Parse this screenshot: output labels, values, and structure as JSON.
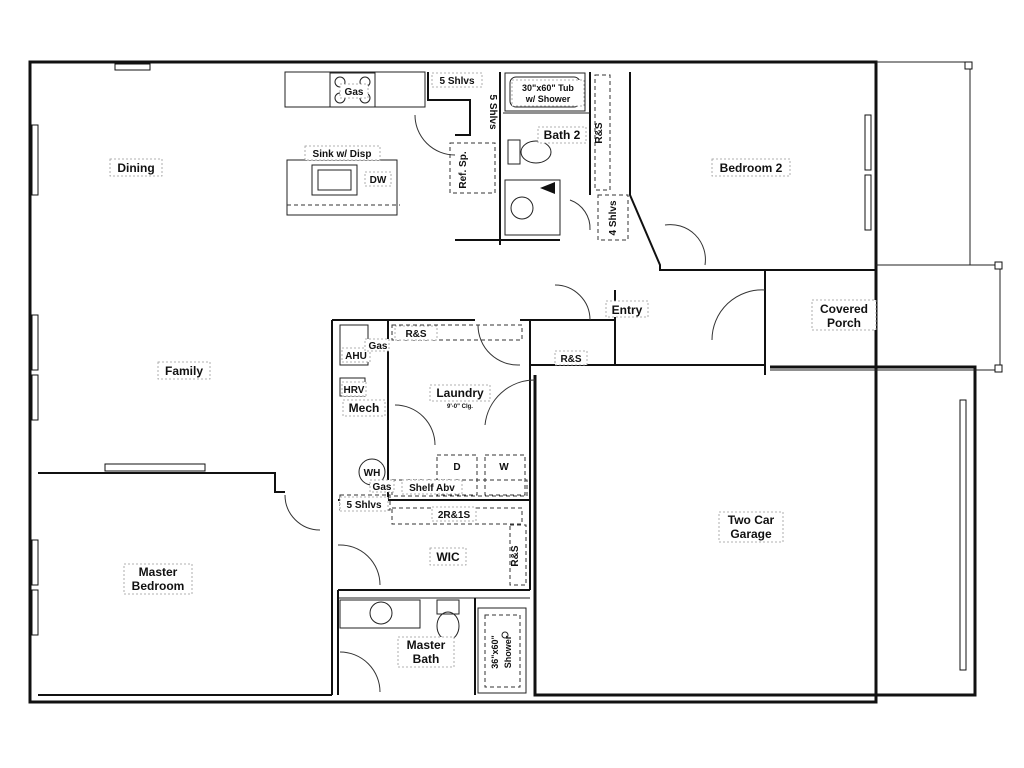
{
  "rooms": {
    "dining": "Dining",
    "family": "Family",
    "bedroom2": "Bedroom 2",
    "bath2": "Bath 2",
    "entry": "Entry",
    "covered_porch": [
      "Covered",
      "Porch"
    ],
    "laundry": "Laundry",
    "laundry_ceiling": "9'-0\" Clg.",
    "mech": "Mech",
    "master_bedroom": [
      "Master",
      "Bedroom"
    ],
    "wic": "WIC",
    "master_bath": [
      "Master",
      "Bath"
    ],
    "garage": [
      "Two Car",
      "Garage"
    ]
  },
  "fixtures": {
    "gas_range": "Gas",
    "kitchen_sink": "Sink w/ Disp",
    "dishwasher": "DW",
    "pantry_shelves": "5 Shlvs",
    "pantry_shelves_side": "5 Shlvs",
    "tub": [
      "30\"x60\" Tub",
      "w/ Shower"
    ],
    "ref_space": "Ref. Sp.",
    "bath2_rs": "R&S",
    "bed2_shelves": "4 Shlvs",
    "mech_rs": "R&S",
    "gas_mech": "Gas",
    "ahu": "AHU",
    "hrv": "HRV",
    "water_heater": "WH",
    "gas_wh": "Gas",
    "shelf_above": "Shelf Abv",
    "dryer": "D",
    "washer": "W",
    "entry_rs": "R&S",
    "wic_shelves": "5 Shlvs",
    "wic_rods": "2R&1S",
    "wic_rs": "R&S",
    "master_shower": [
      "36\"x60\"",
      "Shower"
    ]
  }
}
